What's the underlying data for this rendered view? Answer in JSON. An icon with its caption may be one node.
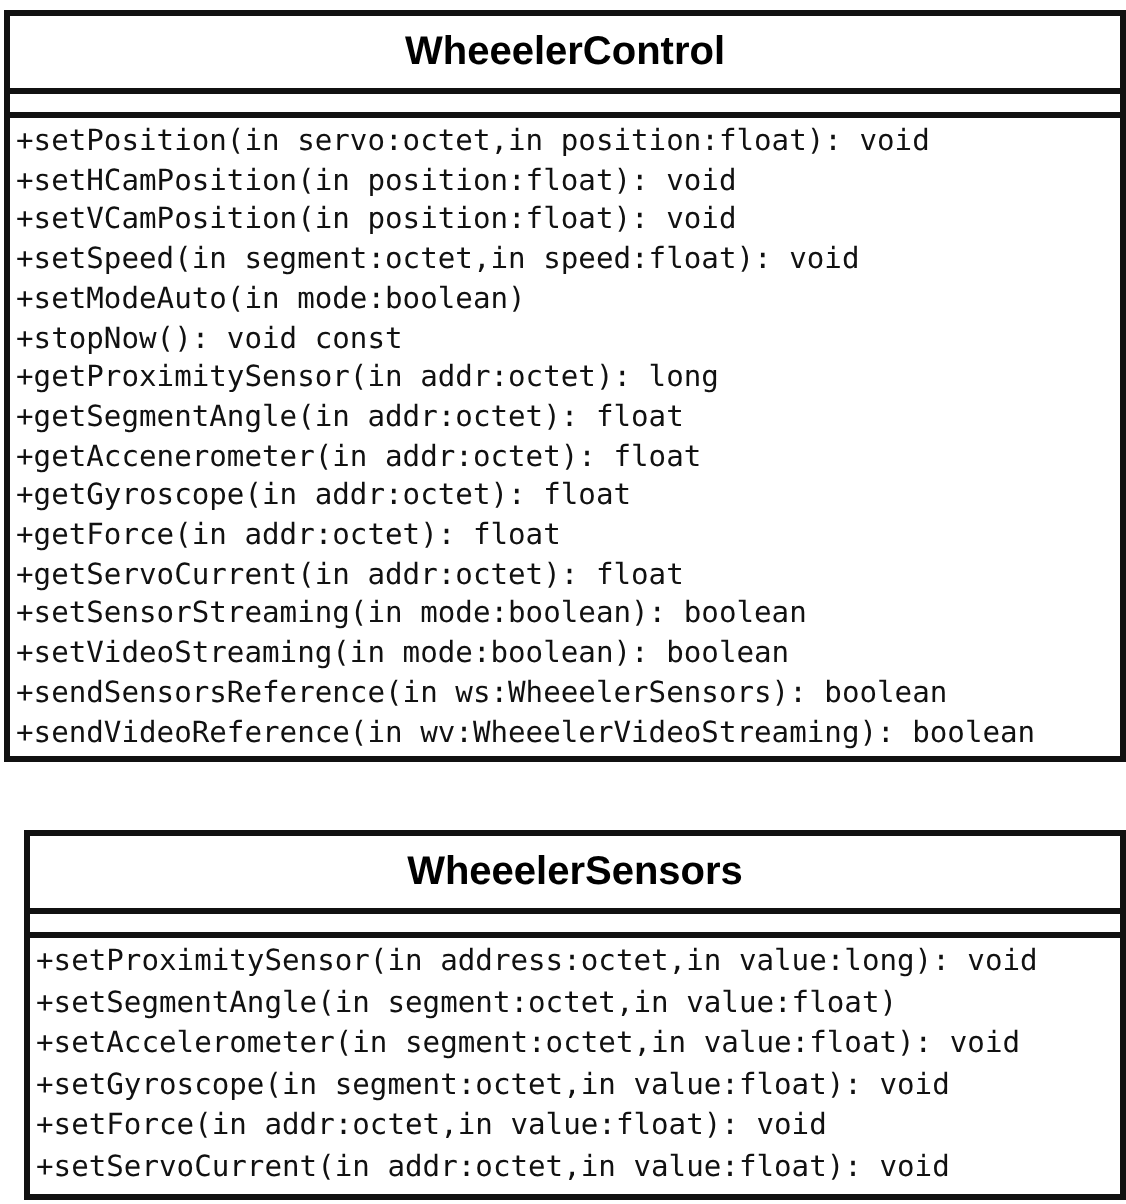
{
  "diagram": {
    "nodes": [
      {
        "text": [
          "WheeelerControl",
          "+setPosition(in servo:octet,in position:float): void",
          "+setHCamPosition(in position:float): void",
          "+setVCamPosition(in position:float): void",
          "+setSpeed(in segment:octet,in speed:float): void",
          "+setModeAuto(in mode:boolean)",
          "+stopNow(): void const",
          "+getProximitySensor(in addr:octet): long",
          "+getSegmentAngle(in addr:octet): float",
          "+getAccenerometer(in addr:octet): float",
          "+getGyroscope(in addr:octet): float",
          "+getForce(in addr:octet): float",
          "+getServoCurrent(in addr:octet): float",
          "+setSensorStreaming(in mode:boolean): boolean",
          "+setVideoStreaming(in mode:boolean): boolean",
          "+sendSensorsReference(in ws:WheeelerSensors): boolean",
          "+sendVideoReference(in wv:WheeelerVideoStreaming): boolean"
        ]
      },
      {
        "text": [
          "WheeelerSensors",
          "+setProximitySensor(in address:octet,in value:long): void",
          "+setSegmentAngle(in segment:octet,in value:float)",
          "+setAccelerometer(in segment:octet,in value:float): void",
          "+setGyroscope(in segment:octet,in value:float): void",
          "+setForce(in addr:octet,in value:float): void",
          "+setServoCurrent(in addr:octet,in value:float): void"
        ]
      }
    ]
  }
}
